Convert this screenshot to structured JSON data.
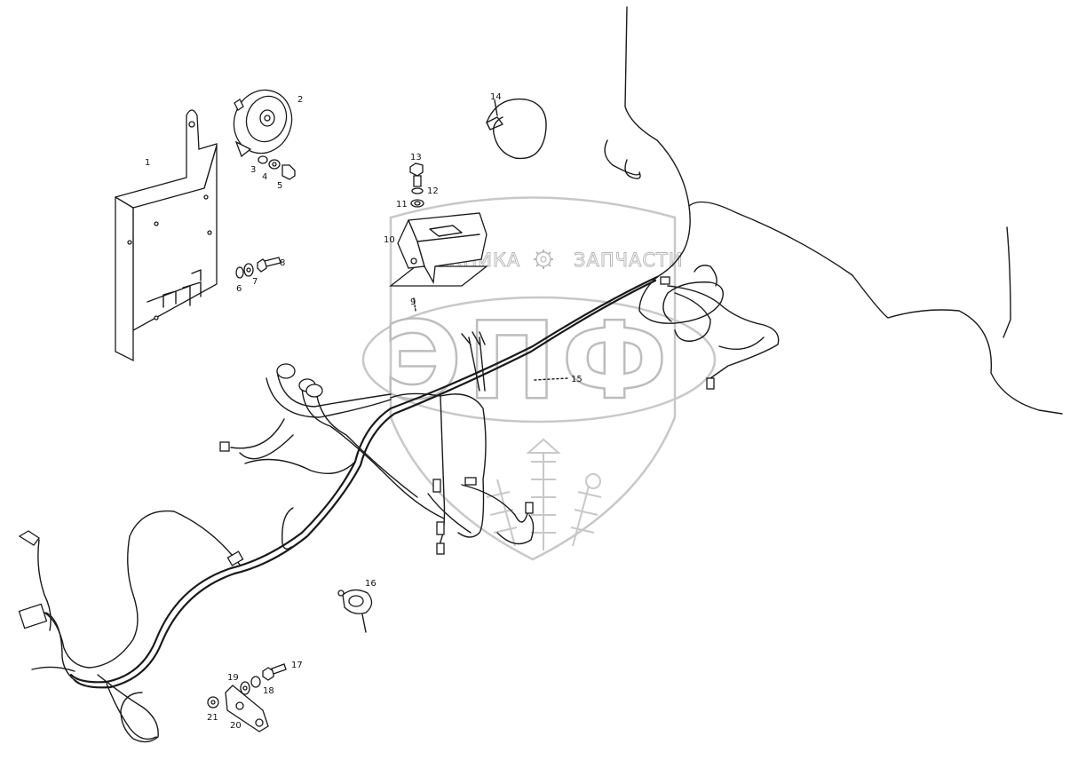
{
  "watermark": {
    "text_left": "ТЕХНИКА",
    "text_right": "ЗАПЧАСТИ",
    "monogram": "ЭПФ",
    "gear_icon": "gear-icon"
  },
  "callouts": [
    "1",
    "2",
    "3",
    "4",
    "5",
    "6",
    "7",
    "8",
    "9",
    "10",
    "11",
    "12",
    "13",
    "14",
    "15",
    "16",
    "17",
    "18",
    "19",
    "20",
    "21"
  ],
  "colors": {
    "line": "#1a1a1a",
    "watermark": "#c8c8c8",
    "background": "#ffffff"
  }
}
